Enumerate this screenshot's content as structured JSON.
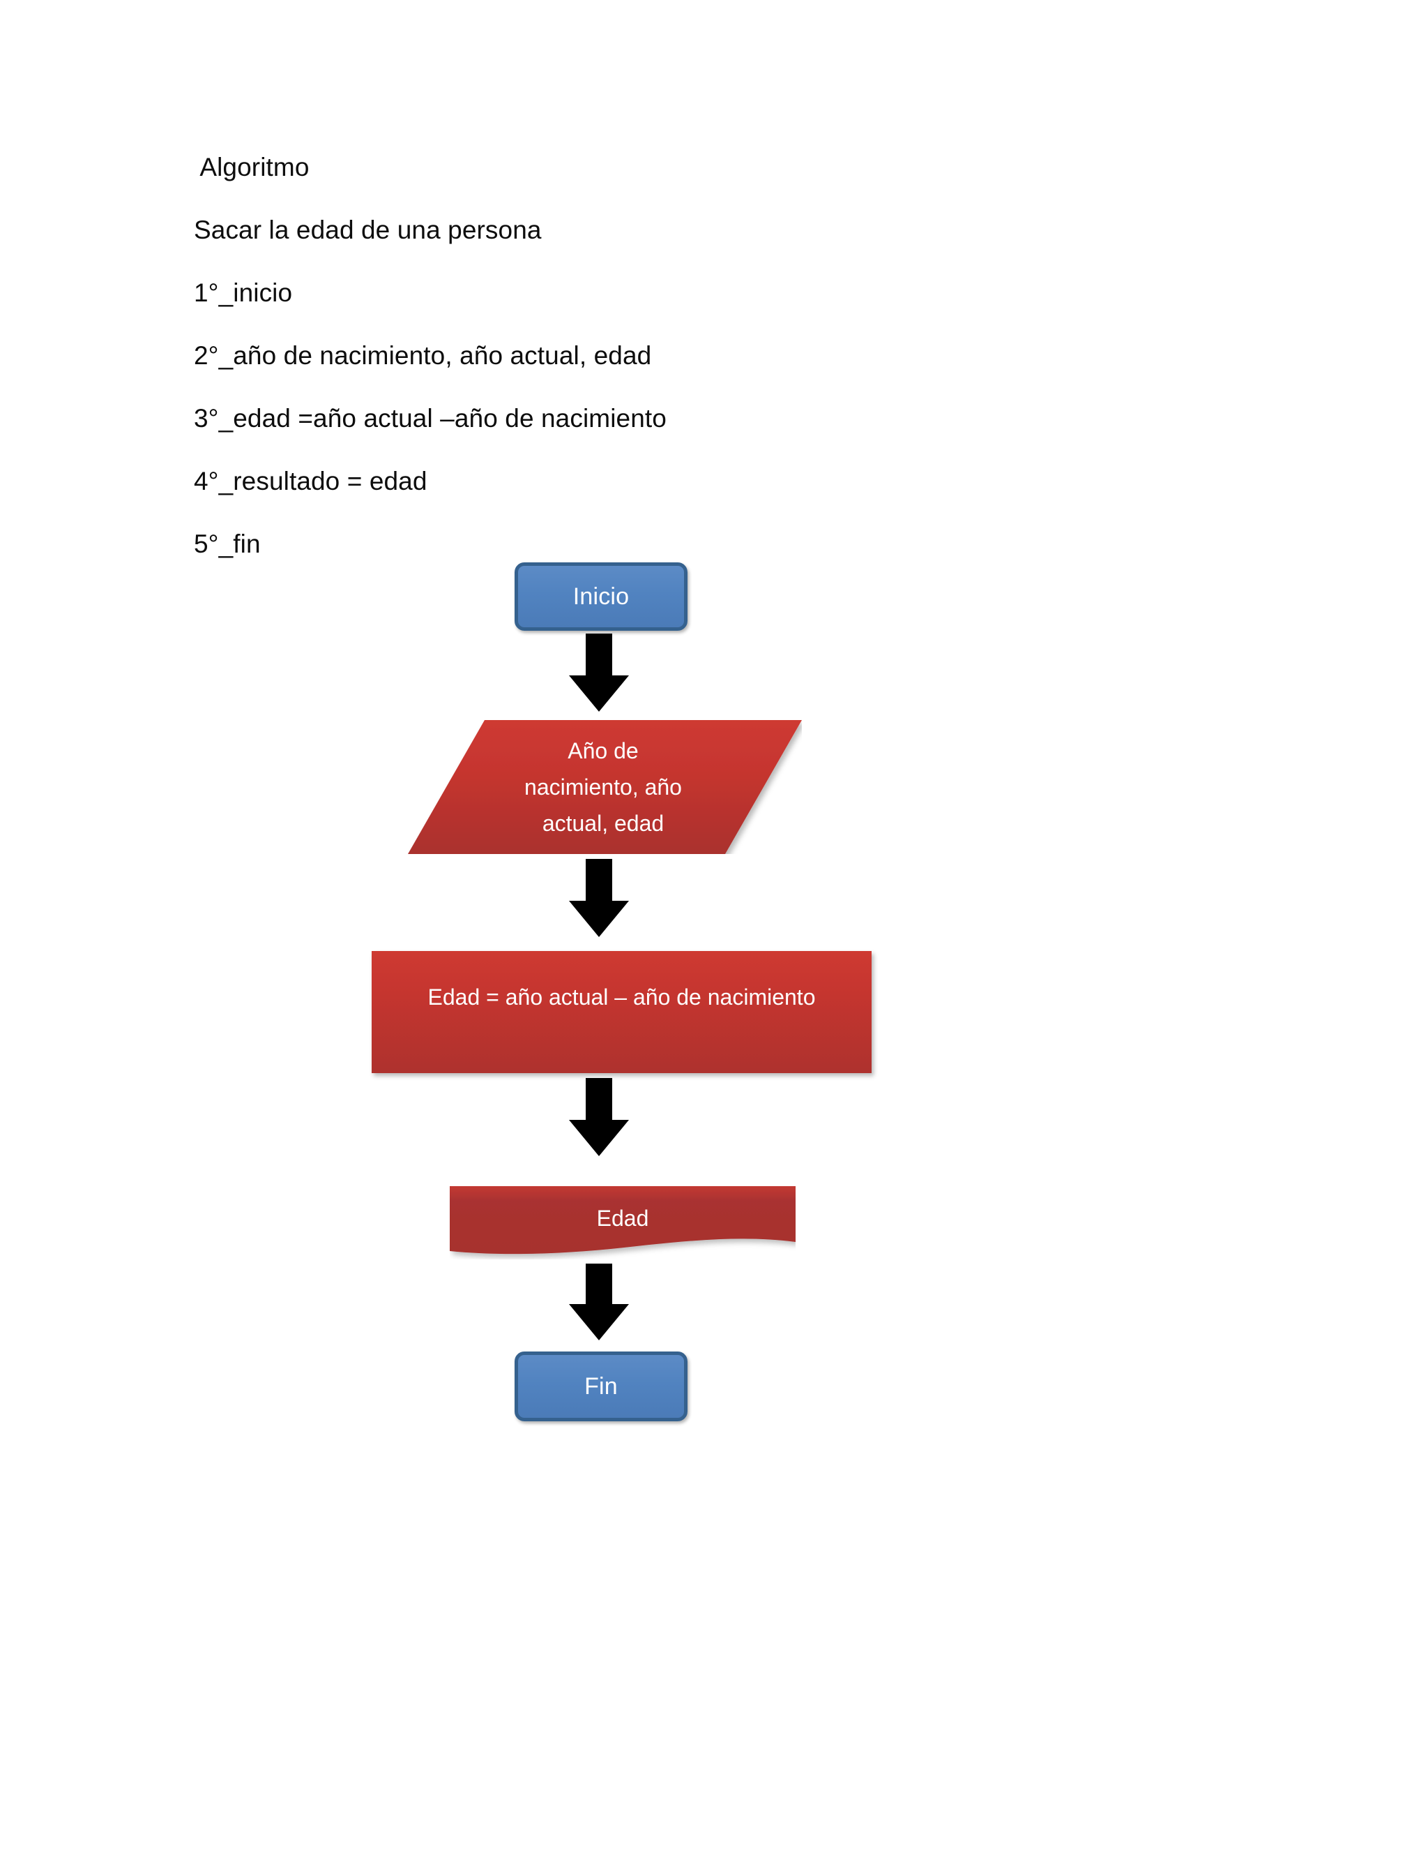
{
  "document": {
    "background_color": "#ffffff",
    "text_color": "#0d0d0d"
  },
  "algorithm_text": {
    "lines": [
      " Algoritmo",
      "Sacar la edad de una persona",
      "1°_inicio",
      "2°_año de nacimiento, año actual, edad",
      "3°_edad =año actual –año de nacimiento",
      "4°_resultado = edad",
      "5°_fin"
    ]
  },
  "flowchart": {
    "colors": {
      "terminator_fill": "#5183C0",
      "terminator_border": "#35618E",
      "process_fill": "#C5352F",
      "process_fill_dark": "#AE322E",
      "arrow": "#000000",
      "shape_text": "#ffffff"
    },
    "nodes": [
      {
        "id": "inicio",
        "type": "terminator",
        "label": "Inicio"
      },
      {
        "id": "entrada",
        "type": "parallelogram",
        "label_line_1": "Año de",
        "label_line_2": "nacimiento, año",
        "label_line_3": "actual, edad"
      },
      {
        "id": "proceso",
        "type": "process",
        "label": "Edad = año actual – año de nacimiento"
      },
      {
        "id": "salida",
        "type": "document",
        "label": "Edad"
      },
      {
        "id": "fin",
        "type": "terminator",
        "label": "Fin"
      }
    ],
    "connectors": [
      {
        "id": "a1",
        "from": "inicio",
        "to": "entrada",
        "shape": "down-arrow"
      },
      {
        "id": "a2",
        "from": "entrada",
        "to": "proceso",
        "shape": "down-arrow"
      },
      {
        "id": "a3",
        "from": "proceso",
        "to": "salida",
        "shape": "down-arrow"
      },
      {
        "id": "a4",
        "from": "salida",
        "to": "fin",
        "shape": "down-arrow"
      }
    ]
  }
}
